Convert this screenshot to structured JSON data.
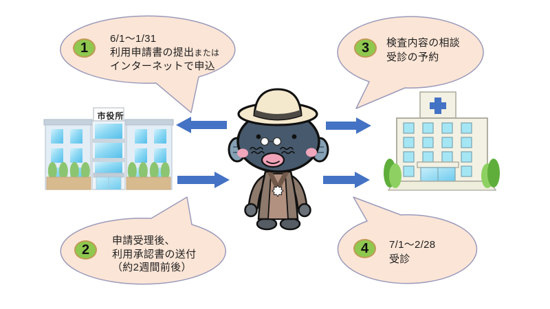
{
  "diagram": {
    "steps": [
      {
        "number": "1",
        "lines": [
          "6/1～1/31",
          "利用申請書の提出",
          "インターネットで申込"
        ],
        "line2_suffix": "または"
      },
      {
        "number": "2",
        "lines": [
          "申請受理後、",
          "利用承認書の送付",
          "（約2週間前後）"
        ]
      },
      {
        "number": "3",
        "lines": [
          "検査内容の相談",
          "受診の予約"
        ]
      },
      {
        "number": "4",
        "lines": [
          "7/1～2/28",
          "受診"
        ]
      }
    ],
    "city_hall": {
      "sign": "市役所"
    },
    "colors": {
      "bubble_fill": "#FBE5D6",
      "bubble_border": "#9A9ABB",
      "arrow": "#4472C4",
      "badge_fill": "#8FC84F",
      "badge_border": "#C19A55"
    }
  }
}
